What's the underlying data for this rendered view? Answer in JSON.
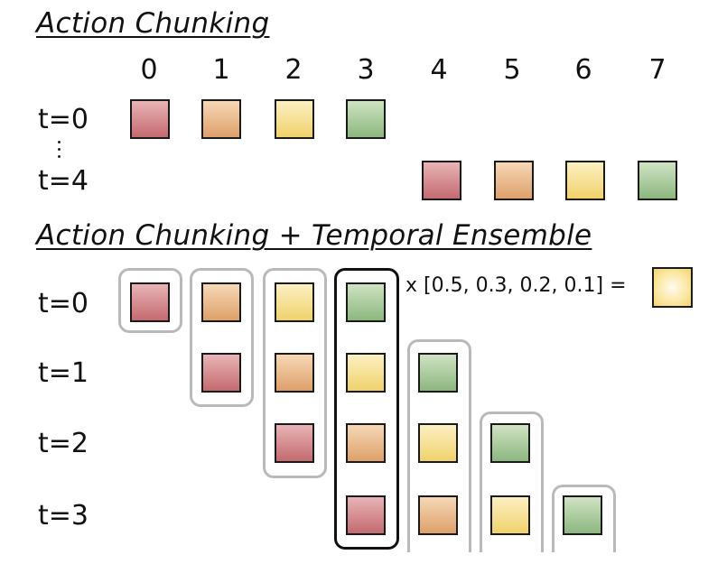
{
  "section1": {
    "title": "Action Chunking",
    "columns": [
      "0",
      "1",
      "2",
      "3",
      "4",
      "5",
      "6",
      "7"
    ],
    "rows": [
      "t=0",
      "t=4"
    ]
  },
  "section2": {
    "title": "Action Chunking + Temporal Ensemble",
    "rows": [
      "t=0",
      "t=1",
      "t=2",
      "t=3"
    ],
    "formula": "x [0.5, 0.3, 0.2, 0.1] ="
  },
  "colors": {
    "red": "#c46a6f",
    "orange": "#dea06a",
    "yellow": "#f0d26a",
    "green": "#8cb77e",
    "group_active": "#111111",
    "group_inactive": "#b9b9b9"
  }
}
